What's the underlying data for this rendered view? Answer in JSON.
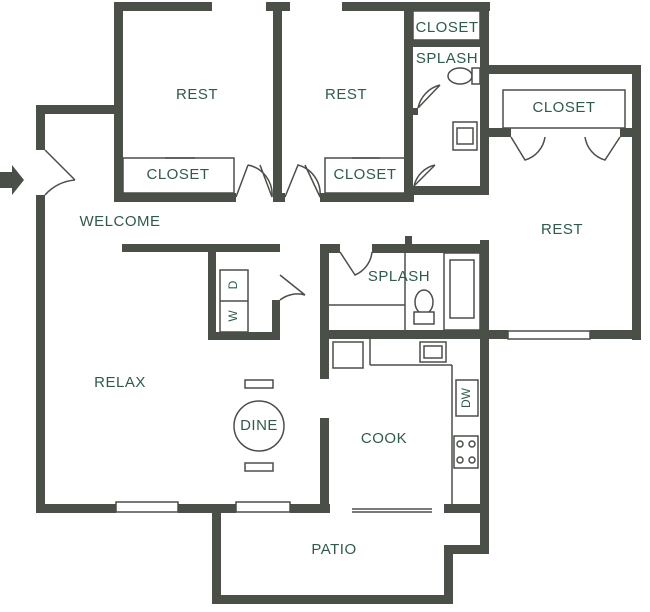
{
  "rooms": {
    "rest1": "REST",
    "rest2": "REST",
    "rest3": "REST",
    "closet1": "CLOSET",
    "closet2": "CLOSET",
    "closet3": "CLOSET",
    "closet4": "CLOSET",
    "splash1": "SPLASH",
    "splash2": "SPLASH",
    "welcome": "WELCOME",
    "relax": "RELAX",
    "dine": "DINE",
    "cook": "COOK",
    "patio": "PATIO"
  },
  "appliances": {
    "washer": "W",
    "dryer": "D",
    "dishwasher": "DW"
  },
  "colors": {
    "wall": "#4a4f48",
    "label": "#2f5a4c",
    "background": "#ffffff"
  },
  "icons": {
    "entry": "entry-arrow-icon"
  }
}
